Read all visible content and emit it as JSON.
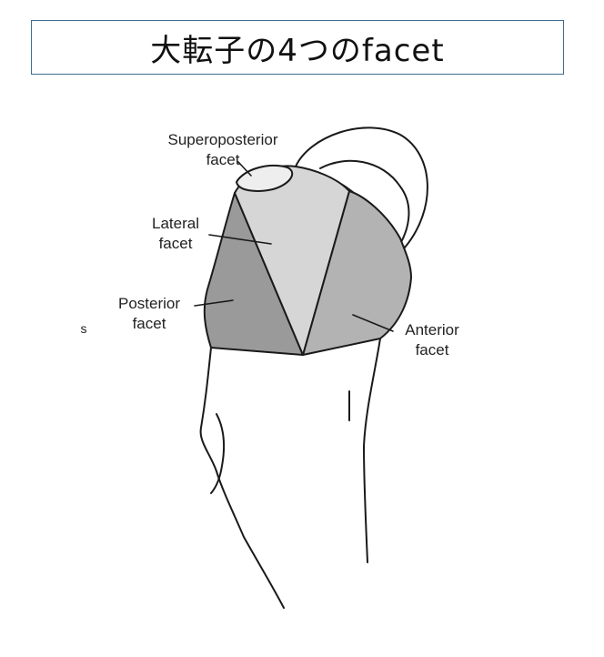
{
  "title": "大転子の4つのfacet",
  "labels": {
    "superoposterior": [
      "Superoposterior",
      "facet"
    ],
    "lateral": [
      "Lateral",
      "facet"
    ],
    "posterior": [
      "Posterior",
      "facet"
    ],
    "anterior": [
      "Anterior",
      "facet"
    ],
    "edge_fragment": "s"
  },
  "colors": {
    "title_border": "#3f6d8f",
    "posterior_facet": "#9a9a9a",
    "anterior_facet": "#b3b3b3",
    "lateral_facet": "#d6d6d6",
    "superoposterior_facet": "#eeeeee",
    "outline": "#1a1a1a"
  }
}
